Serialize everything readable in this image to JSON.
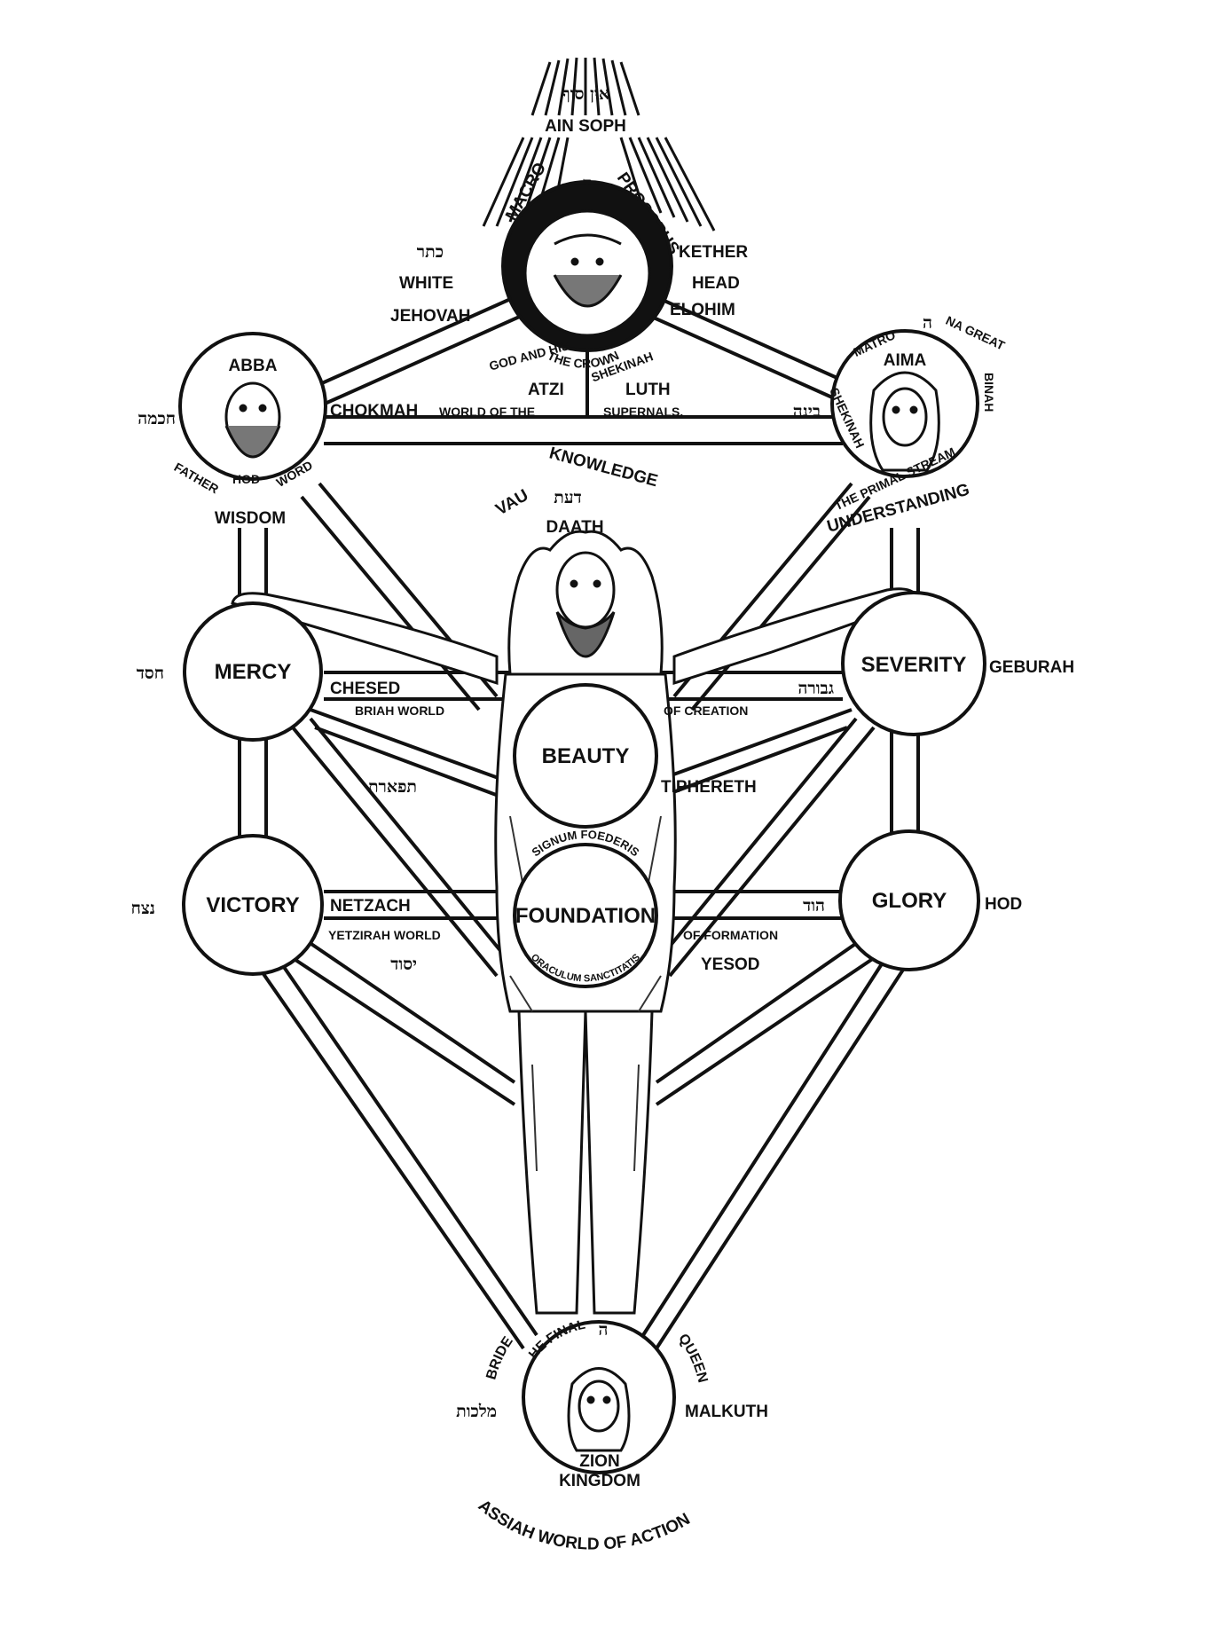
{
  "colors": {
    "ink": "#111111",
    "paper": "#ffffff"
  },
  "top": {
    "hebrew_ain_soph": "אין סוף",
    "ain_soph": "AIN SOPH",
    "he": "ה",
    "macro": "MACRO",
    "prosopus": "PROSOPUS"
  },
  "kether": {
    "hebrew": "כתר",
    "white": "WHITE",
    "jehovah": "JEHOVAH",
    "kether": "KETHER",
    "head": "HEAD",
    "elohim": "ELOHIM",
    "the_crown": "THE CROWN",
    "god_and_his": "GOD AND HIS",
    "shekinah": "SHEKINAH"
  },
  "atziluth": {
    "atzi": "ATZI",
    "luth": "LUTH",
    "chokmah": "CHOKMAH",
    "world_of_the": "WORLD OF THE",
    "supernals": "SUPERNALS."
  },
  "chokmah": {
    "abba": "ABBA",
    "hebrew": "חכמה",
    "father": "FATHER",
    "hod": "HOD",
    "word": "WORD",
    "wisdom": "WISDOM"
  },
  "binah": {
    "aima": "AIMA",
    "matro": "MATRO",
    "he": "ה",
    "na_great": "NA GREAT",
    "hebrew": "בינה",
    "binah": "BINAH",
    "shekinah": "SHEKINAH",
    "the_primal_stream": "THE PRIMAL STREAM",
    "understanding": "UNDERSTANDING"
  },
  "daath": {
    "vau": "VAU",
    "knowledge": "KNOWLEDGE",
    "hebrew": "דעת",
    "daath": "DAATH"
  },
  "sephiroth": {
    "mercy": "MERCY",
    "severity": "SEVERITY",
    "beauty": "BEAUTY",
    "victory": "VICTORY",
    "glory": "GLORY",
    "foundation": "FOUNDATION"
  },
  "briah": {
    "hebrew_chesed": "חסד",
    "chesed": "CHESED",
    "hebrew_geburah": "גבורה",
    "geburah_latin": "GEBURAH",
    "briah_world": "BRIAH WORLD",
    "of_creation": "OF CREATION"
  },
  "tiphereth": {
    "hebrew": "תפארת",
    "latin": "TIPHERETH"
  },
  "yetzirah": {
    "hebrew_netzach": "נצח",
    "netzach": "NETZACH",
    "hebrew_hod": "הוד",
    "hod": "HOD",
    "yetzirah_world": "YETZIRAH WORLD",
    "of_formation": "OF FORMATION",
    "hebrew_yesod": "יסוד",
    "yesod": "YESOD",
    "signum_foederis": "SIGNUM FOEDERIS",
    "sanctuary": "ORACULUM SANCTITATIS"
  },
  "malkuth": {
    "hebrew": "מלכות",
    "malkuth": "MALKUTH",
    "bride": "BRIDE",
    "queen": "QUEEN",
    "he_final": "HE FINAL",
    "he_glyph": "ה",
    "zion": "ZION",
    "kingdom": "KINGDOM",
    "assiah": "ASSIAH WORLD OF ACTION"
  }
}
